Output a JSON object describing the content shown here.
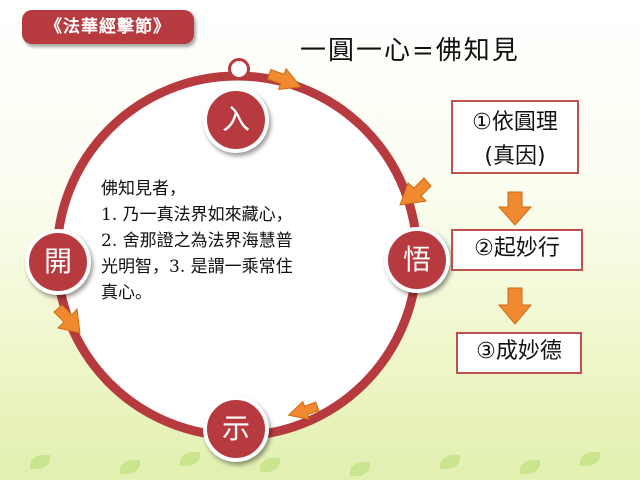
{
  "tag": "《法華經擊節》",
  "title": "一圓一心=佛知見",
  "ring_nodes": {
    "top": "入",
    "right": "悟",
    "bottom": "示",
    "left": "開"
  },
  "center_text": [
    "佛知見者，",
    "1. 乃一真法界如來藏心，",
    "2. 舍那證之為法界海慧普",
    "光明智，3. 是謂一乘常住",
    "真心。"
  ],
  "steps": {
    "step1_line1": "①依圓理",
    "step1_line2": "(真因)",
    "step2": "②起妙行",
    "step3": "③成妙德"
  },
  "colors": {
    "accent": "#b73a3f",
    "arrow": "#f08a30",
    "box_border": "#c0504d"
  },
  "icons": [
    "arrow-icon",
    "leaf-icon"
  ]
}
